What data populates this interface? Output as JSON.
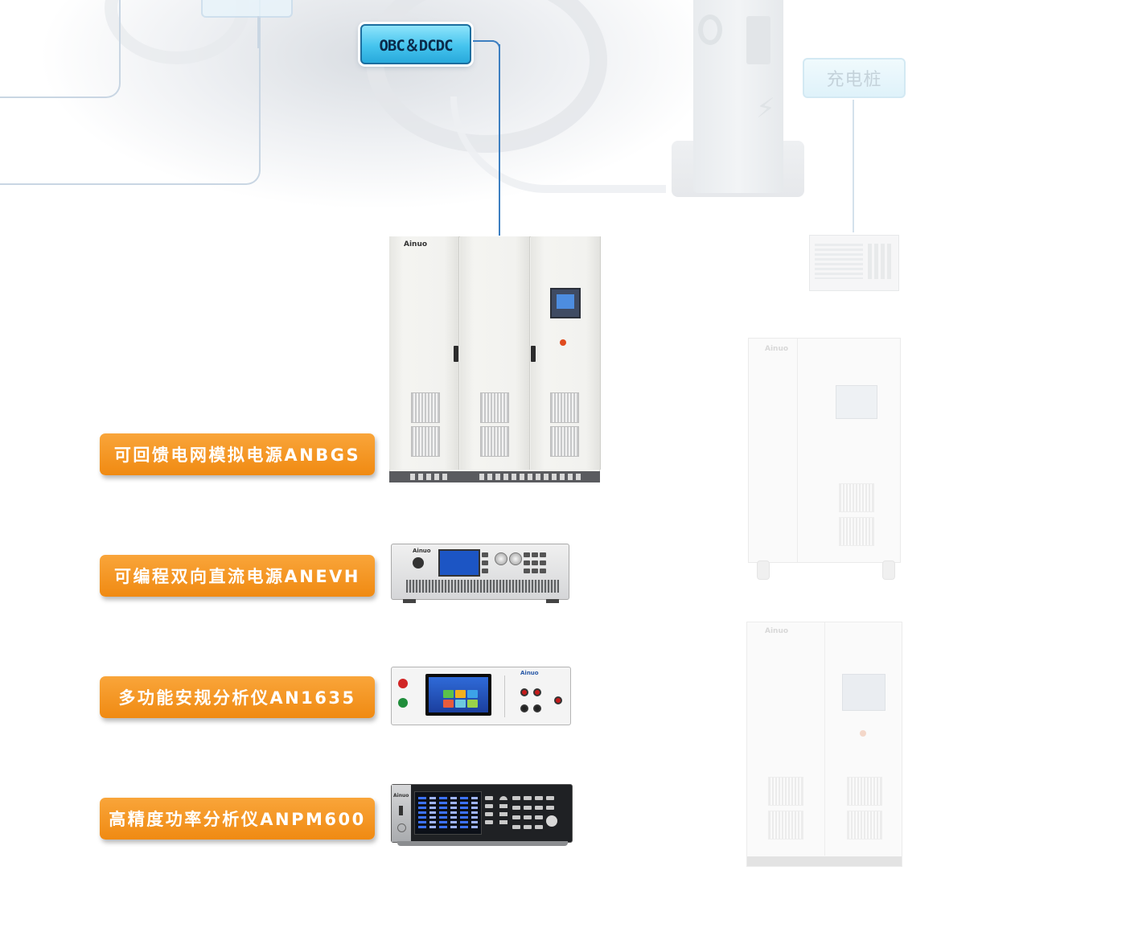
{
  "top_label": {
    "text": "OBC＆DCDC"
  },
  "ghost_label": {
    "text": "充电桩"
  },
  "product_labels": [
    {
      "text": "可回馈电网模拟电源ANBGS"
    },
    {
      "text": "可编程双向直流电源ANEVH"
    },
    {
      "text": "多功能安规分析仪AN1635"
    },
    {
      "text": "高精度功率分析仪ANPM600"
    }
  ],
  "brand": {
    "name": "Ainuo"
  },
  "colors": {
    "accent_orange": "#f08a12",
    "label_blue": "#45c4ee",
    "connector_blue": "#3d7fc1"
  }
}
